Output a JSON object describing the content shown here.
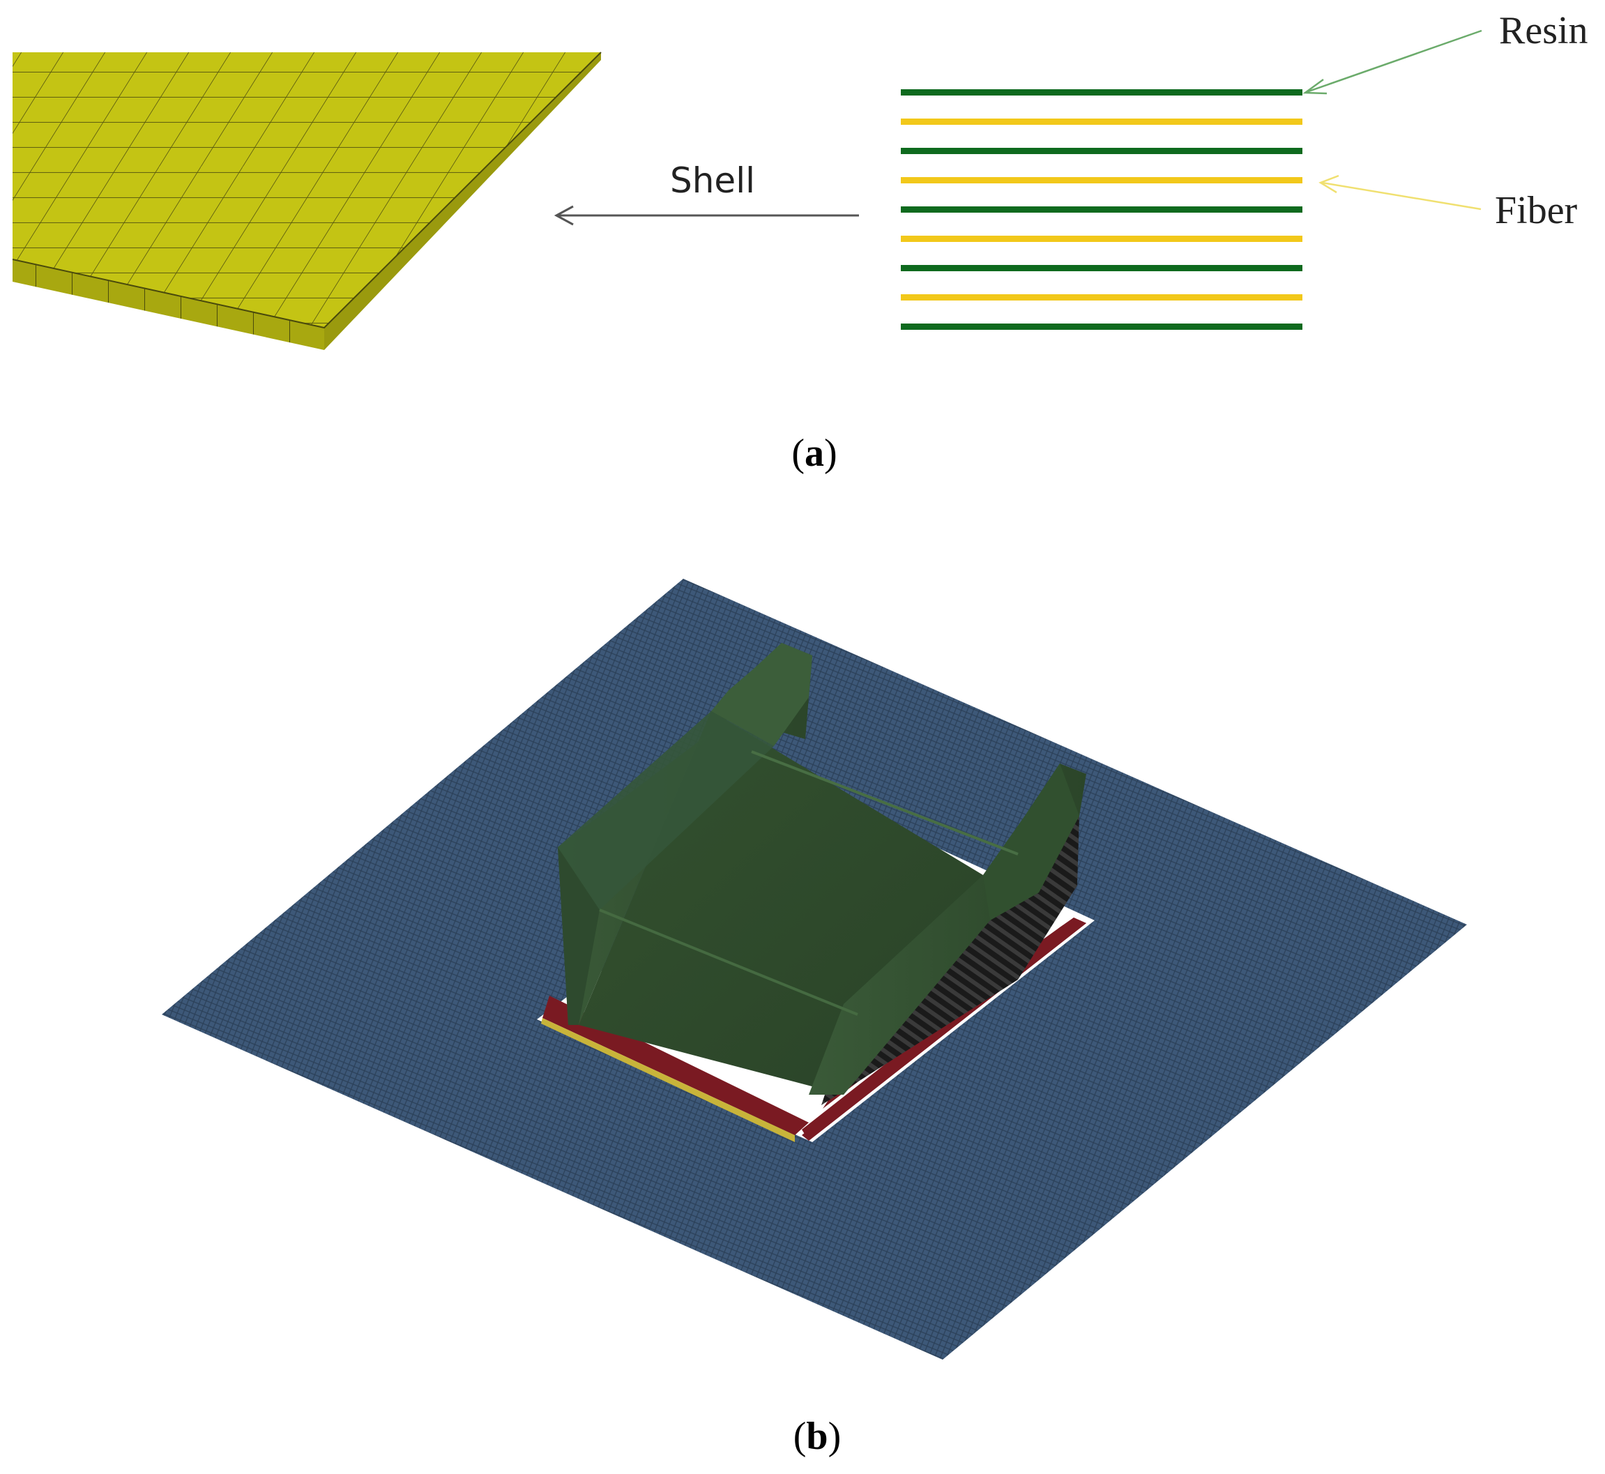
{
  "panel_a": {
    "shell_label": "Shell",
    "resin_label": "Resin",
    "fiber_label": "Fiber",
    "caption_open": "(",
    "caption_letter": "a",
    "caption_close": ")"
  },
  "panel_b": {
    "caption_open": "(",
    "caption_letter": "b",
    "caption_close": ")"
  },
  "colors": {
    "shell_mesh": "#c8c814",
    "resin_layer": "#0e6a1e",
    "fiber_layer": "#f2c81a",
    "base_plate": "#3b5572",
    "channel": "#2e4a2e",
    "die_red": "#7a1a22",
    "arrow_gray": "#555555"
  }
}
